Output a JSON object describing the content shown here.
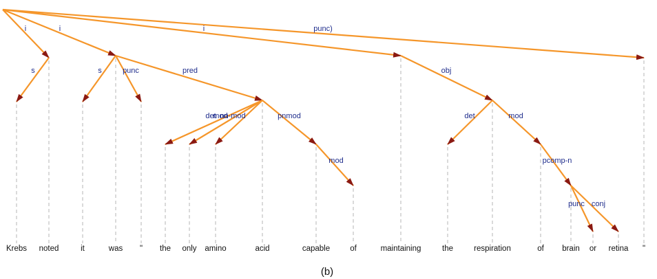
{
  "caption": "(b)",
  "colors": {
    "edge": "#f5962a",
    "arrowhead": "#8b1a12",
    "label": "#1f2d8c",
    "guide": "#b4b4b4"
  },
  "words": [
    "Krebs",
    "noted",
    "it",
    "was",
    "\"",
    "the",
    "only",
    "amino",
    "acid",
    "capable",
    "of",
    "maintaining",
    "the",
    "respiration",
    "of",
    "brain",
    "or",
    "retina",
    "\""
  ],
  "arcs": [
    {
      "head": "root",
      "dep": 1,
      "label": "i"
    },
    {
      "head": "root",
      "dep": 3,
      "label": "i"
    },
    {
      "head": "root",
      "dep": 11,
      "label": "i"
    },
    {
      "head": "root",
      "dep": 18,
      "label": "punc)"
    },
    {
      "head": 1,
      "dep": 0,
      "label": "s"
    },
    {
      "head": 3,
      "dep": 2,
      "label": "s"
    },
    {
      "head": 3,
      "dep": 4,
      "label": "punc"
    },
    {
      "head": 3,
      "dep": 8,
      "label": "pred"
    },
    {
      "head": 8,
      "dep": 5,
      "label": "det"
    },
    {
      "head": 8,
      "dep": 6,
      "label": "mod"
    },
    {
      "head": 8,
      "dep": 7,
      "label": "nn-mod"
    },
    {
      "head": 8,
      "dep": 9,
      "label": "pnmod"
    },
    {
      "head": 9,
      "dep": 10,
      "label": "mod"
    },
    {
      "head": 11,
      "dep": 13,
      "label": "obj"
    },
    {
      "head": 13,
      "dep": 12,
      "label": "det"
    },
    {
      "head": 13,
      "dep": 14,
      "label": "mod"
    },
    {
      "head": 14,
      "dep": 15,
      "label": "pcomp-n"
    },
    {
      "head": 15,
      "dep": 16,
      "label": "punc"
    },
    {
      "head": 15,
      "dep": 17,
      "label": "conj"
    }
  ]
}
